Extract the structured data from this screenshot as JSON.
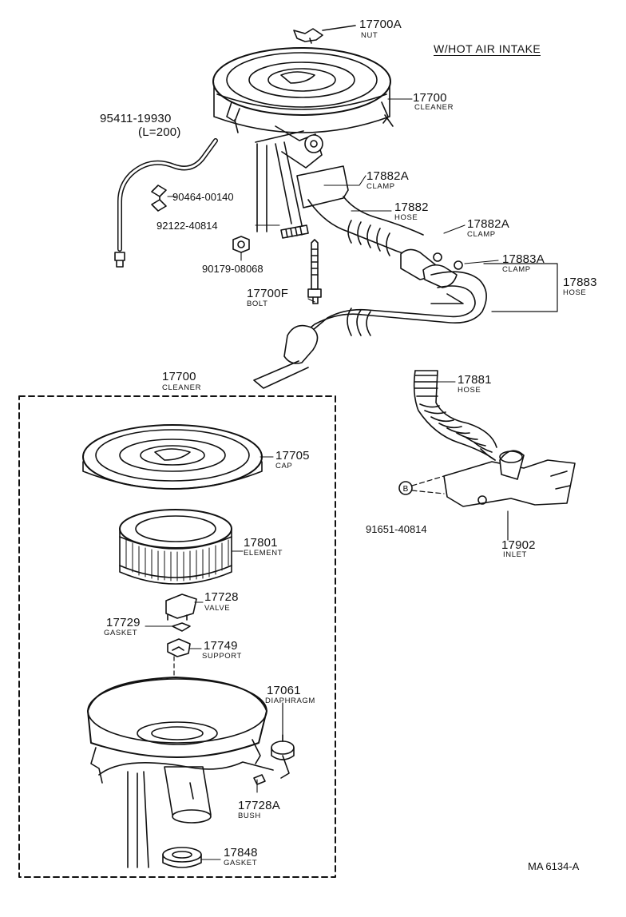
{
  "header": {
    "title": "W/HOT AIR INTAKE"
  },
  "footer": {
    "code": "MA 6134-A"
  },
  "parts": {
    "nut": {
      "number": "17700A",
      "name": "NUT"
    },
    "cleaner_top": {
      "number": "17700",
      "name": "CLEANER"
    },
    "tube": {
      "number": "95411-19930",
      "spec": "(L=200)"
    },
    "clip": {
      "number": "90464-00140"
    },
    "stud": {
      "number": "92122-40814"
    },
    "nut2": {
      "number": "90179-08068"
    },
    "bolt": {
      "number": "17700F",
      "name": "BOLT"
    },
    "clamp1": {
      "number": "17882A",
      "name": "CLAMP"
    },
    "hose1": {
      "number": "17882",
      "name": "HOSE"
    },
    "clamp2": {
      "number": "17882A",
      "name": "CLAMP"
    },
    "clamp3": {
      "number": "17883A",
      "name": "CLAMP"
    },
    "hose2": {
      "number": "17883",
      "name": "HOSE"
    },
    "hose3": {
      "number": "17881",
      "name": "HOSE"
    },
    "bolt2": {
      "number": "91651-40814"
    },
    "inlet": {
      "number": "17902",
      "name": "INLET"
    },
    "cleaner_box": {
      "number": "17700",
      "name": "CLEANER"
    },
    "cap": {
      "number": "17705",
      "name": "CAP"
    },
    "element": {
      "number": "17801",
      "name": "ELEMENT"
    },
    "valve": {
      "number": "17728",
      "name": "VALVE"
    },
    "gasket1": {
      "number": "17729",
      "name": "GASKET"
    },
    "support": {
      "number": "17749",
      "name": "SUPPORT"
    },
    "diaphragm": {
      "number": "17061",
      "name": "DIAPHRAGM"
    },
    "bush": {
      "number": "17728A",
      "name": "BUSH"
    },
    "gasket2": {
      "number": "17848",
      "name": "GASKET"
    }
  },
  "markers": {
    "bolt_marker": "B"
  }
}
